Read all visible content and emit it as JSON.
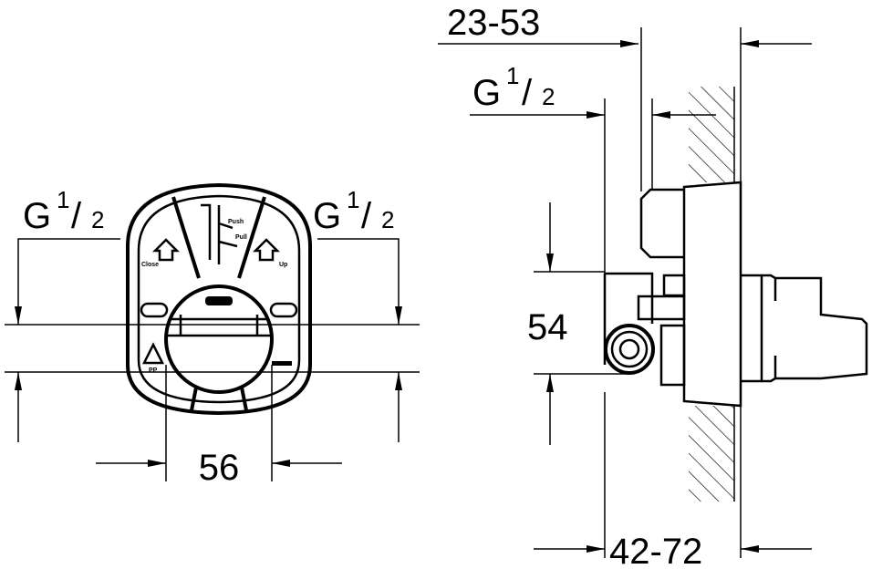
{
  "front_view": {
    "left_thread": {
      "g": "G",
      "num": "1",
      "den": "2"
    },
    "right_thread": {
      "g": "G",
      "num": "1",
      "den": "2"
    },
    "width_dim": "56",
    "labels": {
      "close": "Close",
      "up": "Up",
      "push": "Push",
      "pull": "Pull",
      "pp": "PP"
    }
  },
  "side_view": {
    "depth_top_dim": "23-53",
    "thread": {
      "g": "G",
      "num": "1",
      "den": "2"
    },
    "height_dim": "54",
    "depth_bottom_dim": "42-72"
  }
}
